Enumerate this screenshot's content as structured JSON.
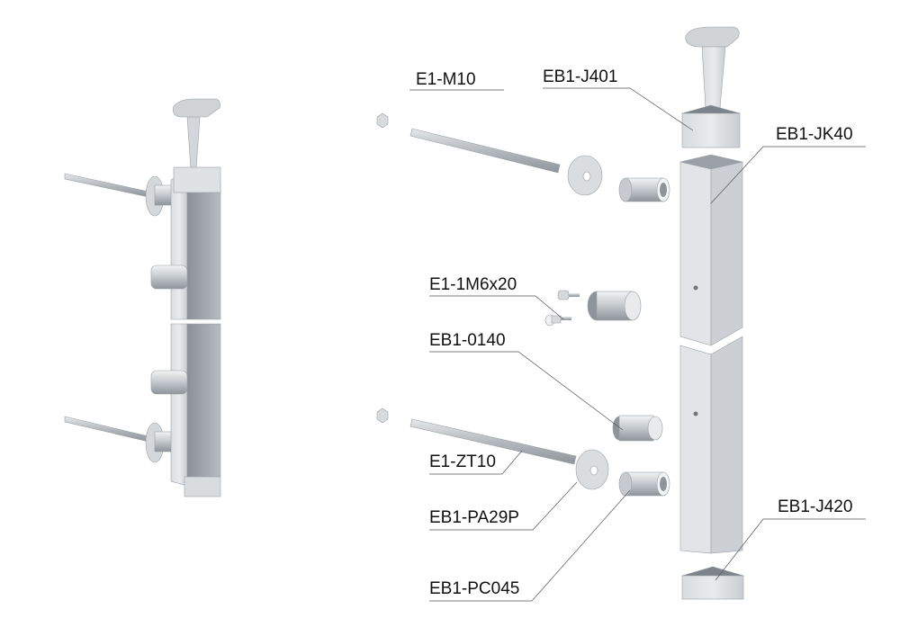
{
  "diagram": {
    "type": "exploded parts diagram",
    "labels": [
      {
        "id": "nut",
        "text": "E1-M10"
      },
      {
        "id": "top-connector",
        "text": "EB1-J401"
      },
      {
        "id": "post",
        "text": "EB1-JK40"
      },
      {
        "id": "screw",
        "text": "E1-1M6x20"
      },
      {
        "id": "glass-clamp",
        "text": "EB1-0140"
      },
      {
        "id": "threaded-rod",
        "text": "E1-ZT10"
      },
      {
        "id": "washer",
        "text": "EB1-PA29P"
      },
      {
        "id": "sleeve",
        "text": "EB1-PC045"
      },
      {
        "id": "end-cap",
        "text": "EB1-J420"
      }
    ]
  },
  "colors": {
    "metal_light": "#e4e6e9",
    "metal_mid": "#c3c7cc",
    "metal_dark": "#8e949b",
    "label": "#111111"
  }
}
